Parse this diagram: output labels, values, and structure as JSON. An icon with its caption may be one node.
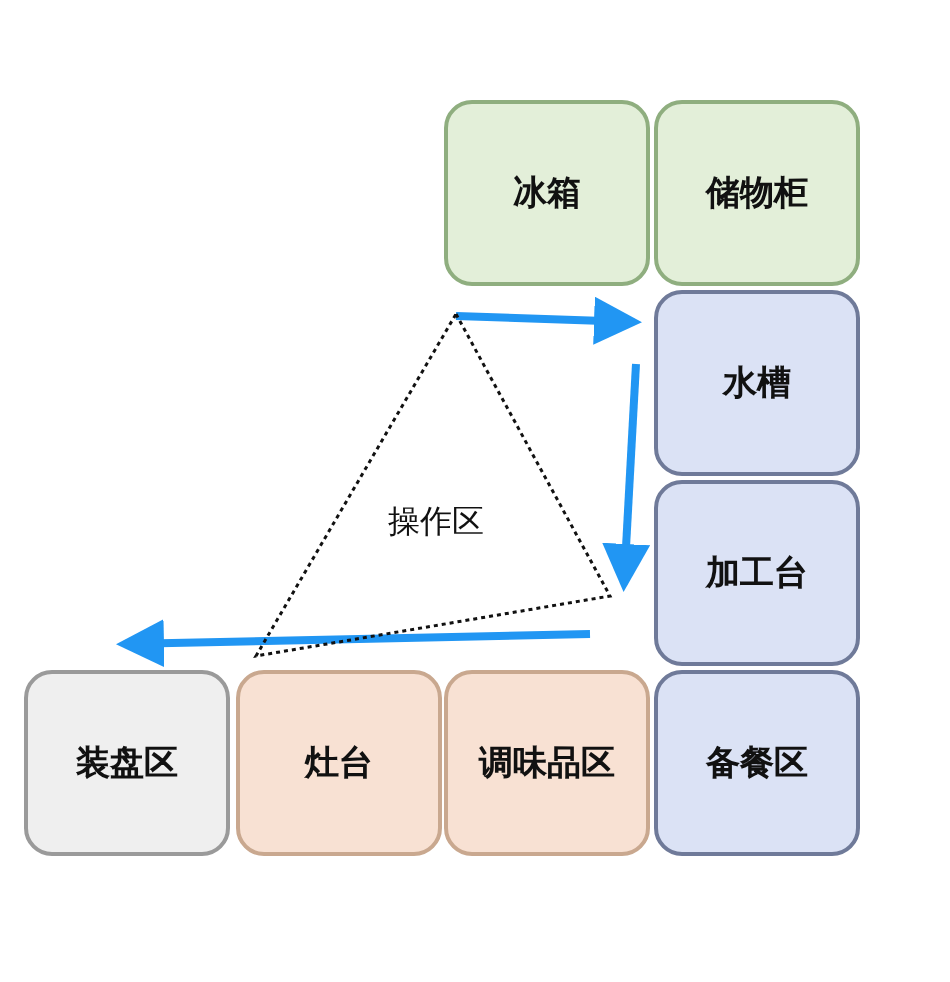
{
  "diagram": {
    "nodes": [
      {
        "text": [
          "冰箱"
        ]
      },
      {
        "text": [
          "储物柜"
        ]
      },
      {
        "text": [
          "水槽"
        ]
      },
      {
        "text": [
          "加工台"
        ]
      },
      {
        "text": [
          "备餐区"
        ]
      },
      {
        "text": [
          "调味品区"
        ]
      },
      {
        "text": [
          "灶台"
        ]
      },
      {
        "text": [
          "装盘区"
        ]
      },
      {
        "text": [
          "操作区"
        ]
      }
    ],
    "edges": [
      {
        "from": 8,
        "to": 2,
        "arrow": "to"
      }
    ]
  }
}
